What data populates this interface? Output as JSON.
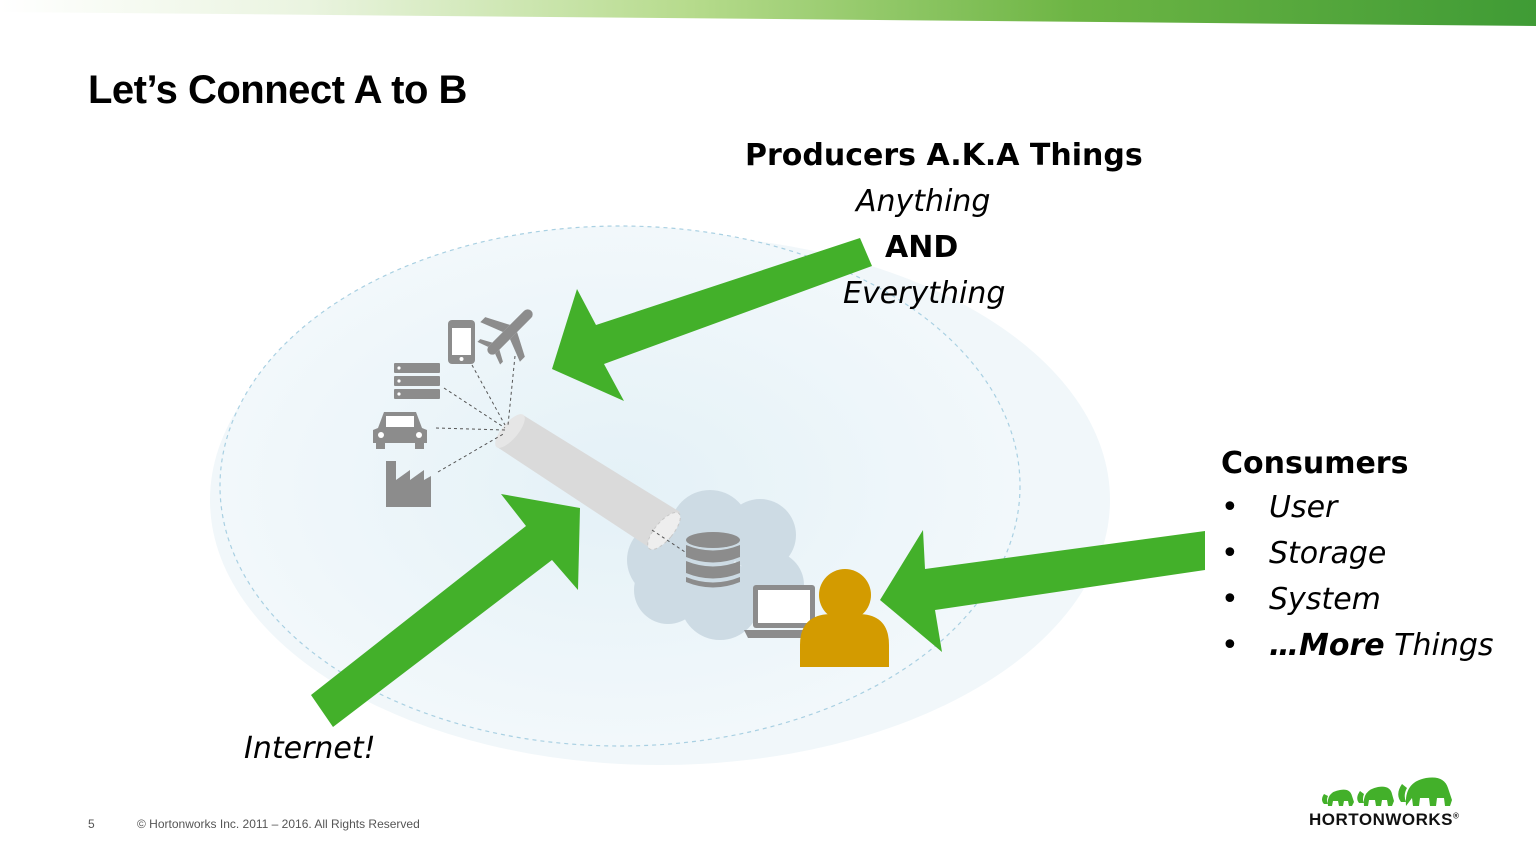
{
  "slide": {
    "title": "Let’s Connect A to B",
    "page_number": "5",
    "copyright": "© Hortonworks Inc. 2011 – 2016. All Rights Reserved"
  },
  "producers": {
    "heading": "Producers A.K.A Things",
    "line1": "Anything",
    "line2": "AND",
    "line3": "Everything"
  },
  "consumers": {
    "heading": "Consumers",
    "bullet": "•",
    "items": [
      "User",
      "Storage",
      "System"
    ],
    "last_item_bold": "…More",
    "last_item_rest": " Things"
  },
  "internet_label": "Internet!",
  "logo": {
    "text": "HORTONWORKS",
    "mark": "®"
  },
  "colors": {
    "arrow_green": "#43b02a",
    "icon_gray": "#8c8c8c",
    "user_gold": "#d39b00",
    "cloud": "#c9d8e2",
    "ellipse_fill": "#e8f3f8"
  },
  "icons": [
    "phone-icon",
    "airplane-icon",
    "server-icon",
    "car-icon",
    "factory-icon",
    "database-icon",
    "laptop-icon",
    "user-icon",
    "cloud-icon",
    "pipe-icon"
  ]
}
